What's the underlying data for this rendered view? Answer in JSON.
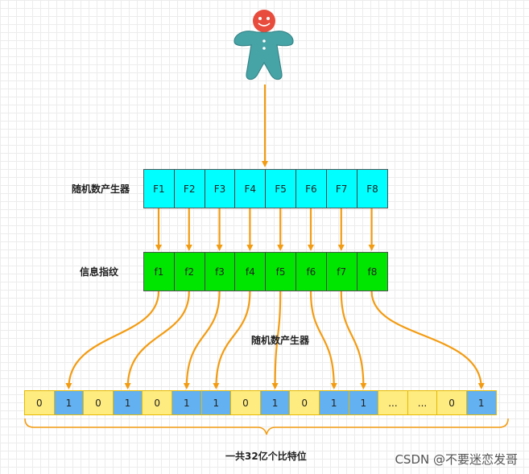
{
  "labels": {
    "rng_top": "随机数产生器",
    "fingerprint": "信息指纹",
    "rng_mid": "随机数产生器",
    "total": "一共32亿个比特位"
  },
  "rng_cells": [
    "F1",
    "F2",
    "F3",
    "F4",
    "F5",
    "F6",
    "F7",
    "F8"
  ],
  "fingerprint_cells": [
    "f1",
    "f2",
    "f3",
    "f4",
    "f5",
    "f6",
    "f7",
    "f8"
  ],
  "bits": [
    "0",
    "1",
    "0",
    "1",
    "0",
    "1",
    "1",
    "0",
    "1",
    "0",
    "1",
    "1",
    "...",
    "...",
    "0",
    "1"
  ],
  "watermark": "CSDN @不要迷恋发哥",
  "colors": {
    "rng": "#00ffff",
    "fingerprint": "#00e600",
    "bit_zero": "#ffec80",
    "bit_one": "#63b1f0",
    "arrow": "#f39c12",
    "figure": "#46a3a6",
    "head": "#e74c3c"
  }
}
